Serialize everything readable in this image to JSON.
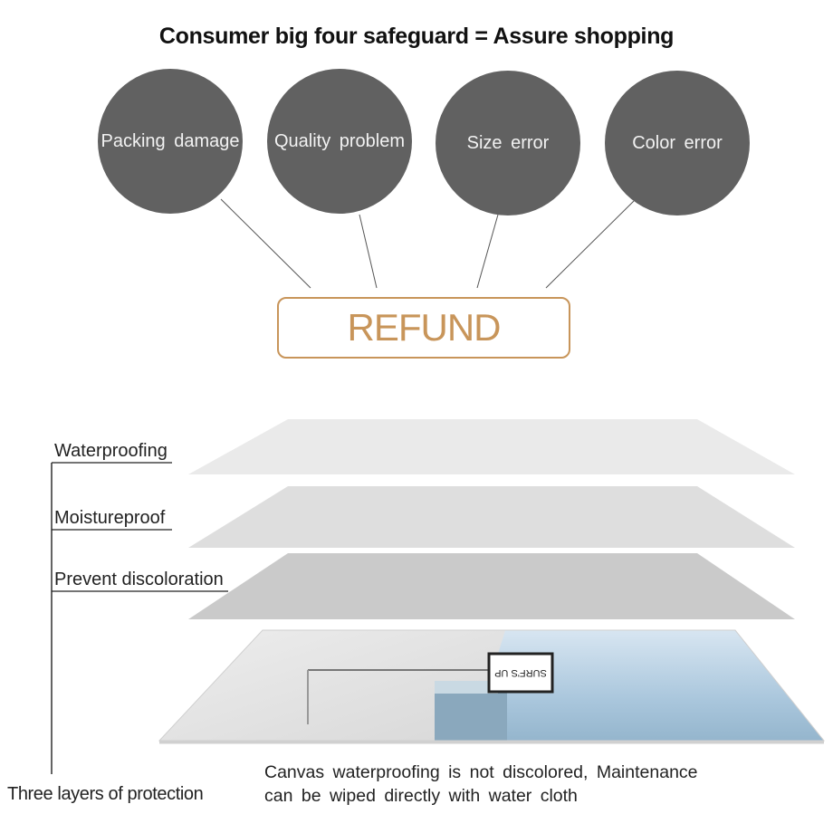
{
  "title": "Consumer big four safeguard = Assure shopping",
  "circles": [
    "Packing damage",
    "Quality problem",
    "Size error",
    "Color error"
  ],
  "refund": "REFUND",
  "layers": [
    "Waterproofing",
    "Moistureproof",
    "Prevent discoloration"
  ],
  "bracket_label": "Three layers of protection",
  "description": [
    "Canvas waterproofing is not discolored, Maintenance",
    "can be wiped directly with water cloth"
  ],
  "sign_text": "SURF'S UP",
  "colors": {
    "circle": "#616161",
    "accent": "#c8955a"
  }
}
